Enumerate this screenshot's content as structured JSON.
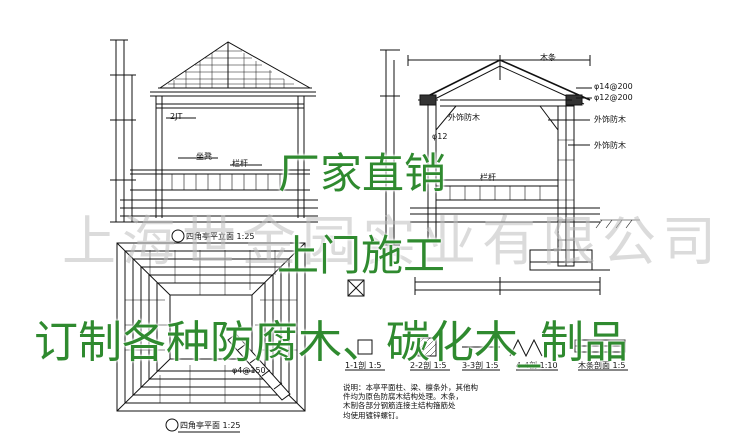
{
  "watermark": "上海世金园实业有限公司",
  "promo": {
    "line1": "厂家直销",
    "line2": "上门施工",
    "line3": "订制各种防腐木、碳化木_制品"
  },
  "labels": {
    "elevation_title": "四角亭平立面 1:25",
    "plan_title": "四角亭平面 1:25",
    "column": "2JT",
    "seat_left": "坐凳",
    "railing_left": "栏杆",
    "railing_right": "栏杆",
    "wood_strip": "木条",
    "outer_wood_1": "外饰防木",
    "outer_wood_2": "外饰防木",
    "outer_wood_3": "外饰防木",
    "dim_1": "φ14@200",
    "dim_2": "φ12@200",
    "dim_3": "φ12",
    "section_1": "1-1剖 1:5",
    "section_2": "2-2剖 1:5",
    "section_3": "3-3剖 1:5",
    "section_4": "4-4剖 1:10",
    "section_5": "木条剖面 1:5",
    "plan_dim": "φ4@150"
  },
  "notes": {
    "line1": "说明：本亭平面柱、梁、檩条外，其他构",
    "line2": "件均为原色防腐木结构处理。木条，",
    "line3": "木制各部分钢筋连接主结构箍筋处",
    "line4": "均使用镀锌螺钉。"
  }
}
